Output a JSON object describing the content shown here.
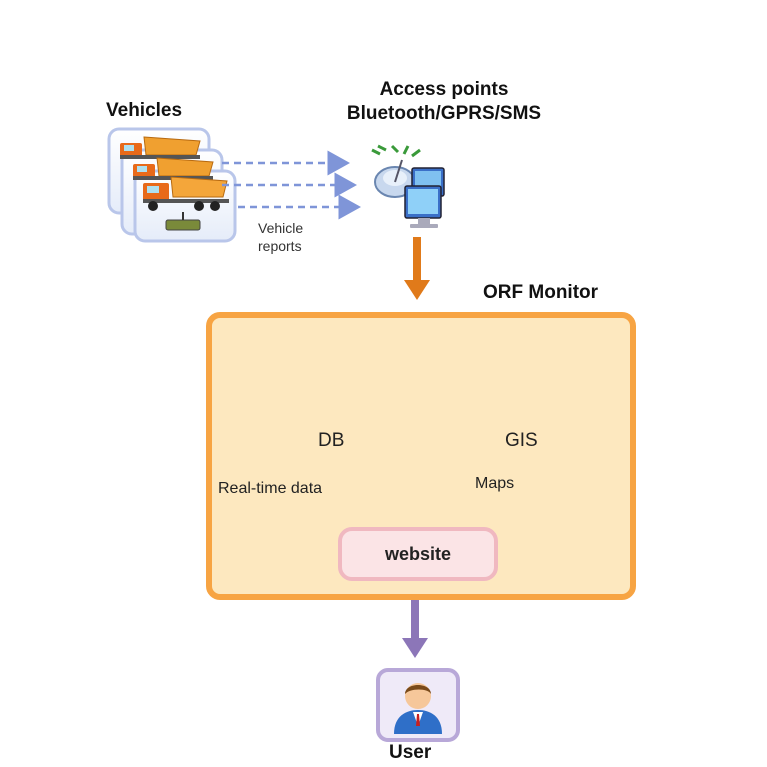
{
  "vehicles": {
    "title": "Vehicles",
    "reports_label": "Vehicle reports"
  },
  "access_points": {
    "line1": "Access points",
    "line2": "Bluetooth/GPRS/SMS"
  },
  "orf_monitor": {
    "title": "ORF Monitor",
    "db_label": "DB",
    "gis_label": "GIS",
    "realtime_label": "Real-time data",
    "maps_label": "Maps",
    "website_label": "website"
  },
  "user": {
    "title": "User"
  },
  "colors": {
    "orange_accent": "#f7a443",
    "dark_orange_arrow": "#e07a1a",
    "dashed_blue": "#7f95d8",
    "purple_arrow": "#8c76b8",
    "box_fill": "#fde8bf",
    "website_fill": "#fbe4e6",
    "user_fill": "#efeaf8"
  },
  "icons": [
    "truck-icon",
    "antenna-icon",
    "computer-icon",
    "database-icon",
    "map-icon",
    "person-icon"
  ]
}
